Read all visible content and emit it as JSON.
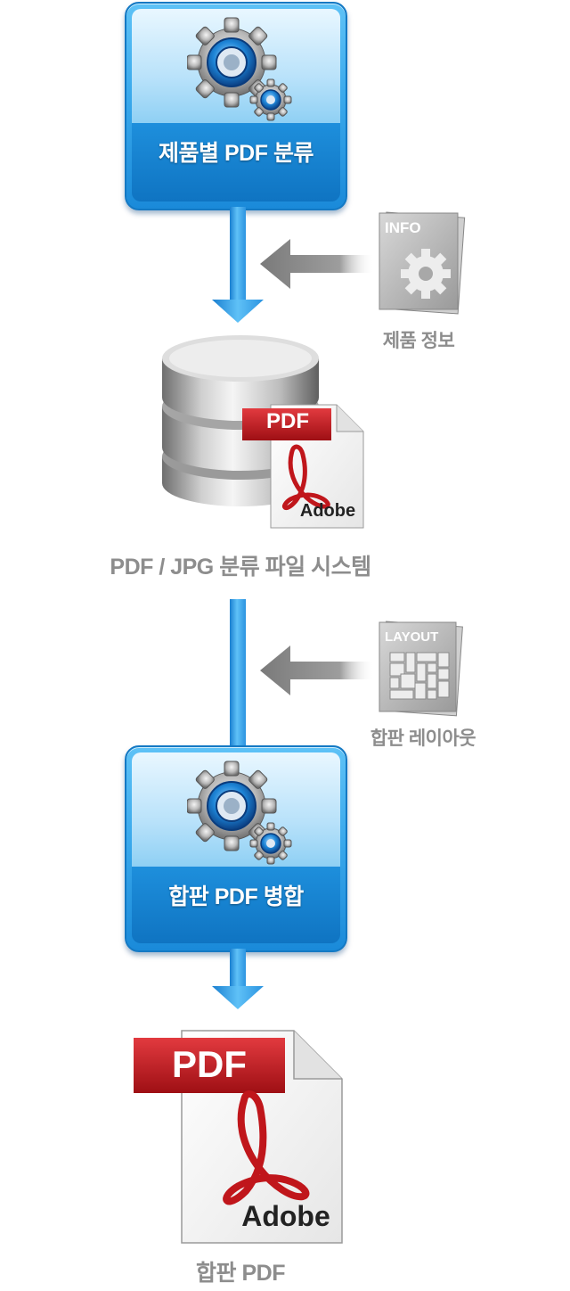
{
  "process_top": {
    "label": "제품별 PDF 분류"
  },
  "info_doc": {
    "tag": "INFO",
    "caption": "제품 정보"
  },
  "database": {
    "caption": "PDF / JPG 분류 파일 시스템"
  },
  "small_pdf": {
    "badge": "PDF",
    "brand": "Adobe"
  },
  "layout_doc": {
    "tag": "LAYOUT",
    "caption": "합판 레이아웃"
  },
  "process_bottom": {
    "label": "합판 PDF 병합"
  },
  "large_pdf": {
    "badge": "PDF",
    "brand": "Adobe",
    "caption": "합판 PDF"
  },
  "colors": {
    "process_blue": "#1a8ad9",
    "connector_blue": "#3aa9ec",
    "side_arrow_gray": "#8a8a8a",
    "pdf_red": "#c0161b",
    "caption_gray": "#8d8d8d"
  }
}
